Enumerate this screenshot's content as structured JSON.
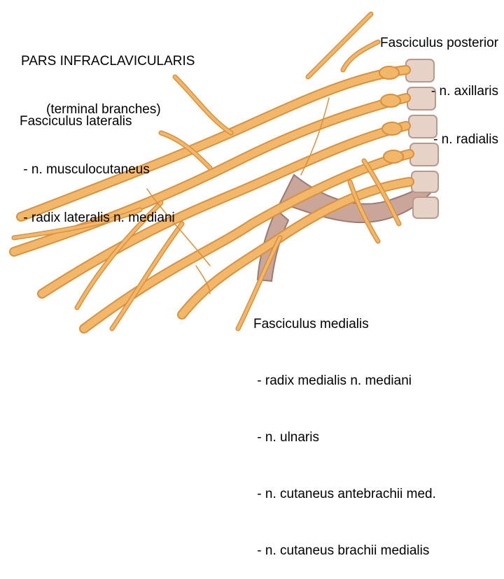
{
  "title": {
    "line1": "PARS INFRACLAVICULARIS",
    "line2": "(terminal branches)"
  },
  "posterior": {
    "heading": "Fasciculus posterior",
    "items": [
      "- n. axillaris",
      "- n. radialis"
    ]
  },
  "lateral": {
    "heading": "Fasciculus lateralis",
    "items": [
      " - n. musculocutaneus",
      " - radix lateralis n. mediani"
    ]
  },
  "medial": {
    "heading": "Fasciculus medialis",
    "items": [
      " - radix medialis n. mediani",
      " - n. ulnaris",
      " - n. cutaneus antebrachii med.",
      " - n. cutaneus brachii medialis"
    ]
  },
  "colors": {
    "nerve": "#f2b768",
    "nerve_dark": "#d9913e",
    "bone": "#c9a59a",
    "bone_dark": "#9c7a70",
    "vertebra": "#e6d2c6",
    "background": "#ffffff"
  }
}
